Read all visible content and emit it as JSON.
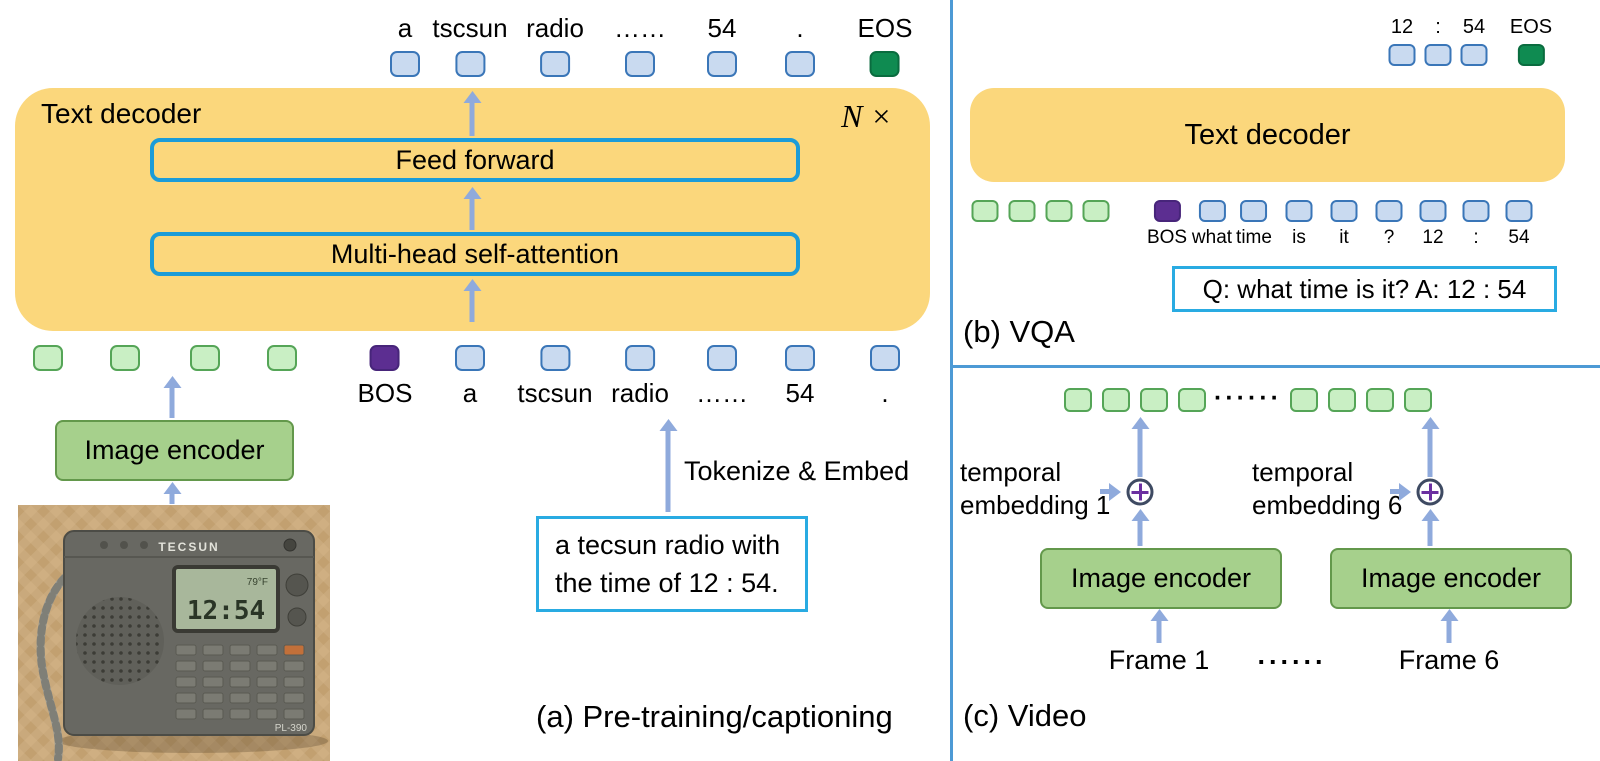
{
  "panel_a": {
    "output_labels": [
      "a",
      "tscsun",
      "radio",
      "……",
      "54",
      ".",
      "EOS"
    ],
    "decoder_title": "Text decoder",
    "repeat_label": "N ×",
    "feed_forward_label": "Feed forward",
    "self_attention_label": "Multi-head self-attention",
    "input_labels": [
      "BOS",
      "a",
      "tscsun",
      "radio",
      "……",
      "54",
      "."
    ],
    "image_encoder_label": "Image encoder",
    "tokenize_label": "Tokenize & Embed",
    "caption_line1": "a tecsun radio with",
    "caption_line2": "the time of 12 : 54.",
    "title": "(a) Pre-training/captioning",
    "photo": {
      "brand": "TECSUN",
      "display_temp": "79°F",
      "display_time": "12:54",
      "model": "PL-390"
    }
  },
  "panel_b": {
    "output_labels": [
      "12",
      ":",
      "54",
      "EOS"
    ],
    "decoder_title": "Text decoder",
    "input_labels": [
      "BOS",
      "what",
      "time",
      "is",
      "it",
      "?",
      "12",
      ":",
      "54"
    ],
    "qa_text": "Q: what time is it? A: 12 : 54",
    "title": "(b) VQA"
  },
  "panel_c": {
    "token_ellipsis": "······",
    "temporal_1": [
      "temporal",
      "embedding 1"
    ],
    "temporal_6": [
      "temporal",
      "embedding 6"
    ],
    "image_encoder_label": "Image encoder",
    "frame_1": "Frame 1",
    "frame_6": "Frame 6",
    "frame_ellipsis": "......",
    "title": "(c) Video"
  },
  "colors": {
    "decoder_fill": "#FBD77C",
    "token_blue": "#C9DAF0",
    "token_green": "#C9EFC4",
    "token_purple": "#5C2E91",
    "token_eos": "#0F8B51",
    "arrow": "#8FAADC",
    "box_border": "#29ABE2",
    "divider": "#4D9AD5"
  }
}
